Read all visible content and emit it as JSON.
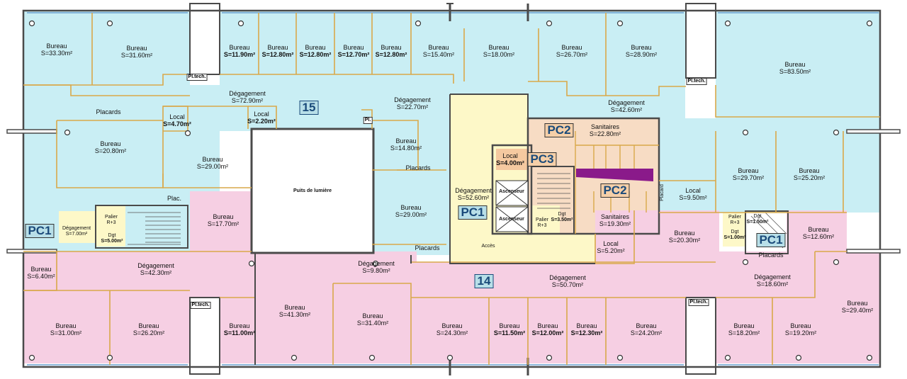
{
  "colors": {
    "office_blue": "#c9eef4",
    "office_pink": "#f6cfe3",
    "core_yellow": "#fdf8c8",
    "sanitary": "#f7dcc4",
    "wall": "#4a4a4a",
    "partition": "#d9a84a",
    "accent_purple": "#8a1a8a"
  },
  "zone_numbers": {
    "top": "15",
    "bottom": "14"
  },
  "zones": {
    "pc1_left": "PC1",
    "pc1_center": "PC1",
    "pc1_right": "PC1",
    "pc2_top": "PC2",
    "pc2_mid": "PC2",
    "pc3": "PC3"
  },
  "shaft": {
    "label": "Puits de lumière"
  },
  "tags": {
    "pl_tech_1": "Pl.tech.",
    "pl_tech_2": "Pl.tech.",
    "pl_tech_3": "Pl.tech.",
    "pl_tech_4": "Pl.tech.",
    "pl_1": "Pl.",
    "placard_v": "Placard",
    "acces": "Accès",
    "ascenseur_1": "Ascenseur",
    "ascenseur_2": "Ascenseur"
  },
  "rooms": [
    {
      "id": "r1",
      "name": "Bureau",
      "area": "S=33.30m²"
    },
    {
      "id": "r2",
      "name": "Bureau",
      "area": "S=31.60m²"
    },
    {
      "id": "r3",
      "name": "Bureau",
      "area": "S=11.90m²"
    },
    {
      "id": "r4",
      "name": "Bureau",
      "area": "S=12.80m²"
    },
    {
      "id": "r5",
      "name": "Bureau",
      "area": "S=12.80m²"
    },
    {
      "id": "r6",
      "name": "Bureau",
      "area": "S=12.70m²"
    },
    {
      "id": "r7",
      "name": "Bureau",
      "area": "S=12.80m²"
    },
    {
      "id": "r8",
      "name": "Bureau",
      "area": "S=15.40m²"
    },
    {
      "id": "r9",
      "name": "Bureau",
      "area": "S=18.00m²"
    },
    {
      "id": "r10",
      "name": "Bureau",
      "area": "S=26.70m²"
    },
    {
      "id": "r11",
      "name": "Bureau",
      "area": "S=28.90m²"
    },
    {
      "id": "r12",
      "name": "Bureau",
      "area": "S=83.50m²"
    },
    {
      "id": "r13",
      "name": "Dégagement",
      "area": "S=72.90m²"
    },
    {
      "id": "r14",
      "name": "Placards",
      "area": ""
    },
    {
      "id": "r15",
      "name": "Local",
      "area": "S=4.70m²"
    },
    {
      "id": "r16",
      "name": "Local",
      "area": "S=2.20m²"
    },
    {
      "id": "r17",
      "name": "Dégagement",
      "area": "S=22.70m²"
    },
    {
      "id": "r18",
      "name": "Dégagement",
      "area": "S=42.60m²"
    },
    {
      "id": "r19",
      "name": "Bureau",
      "area": "S=20.80m²"
    },
    {
      "id": "r20",
      "name": "Bureau",
      "area": "S=29.00m²"
    },
    {
      "id": "r21",
      "name": "Bureau",
      "area": "S=14.80m²"
    },
    {
      "id": "r22",
      "name": "Placards",
      "area": ""
    },
    {
      "id": "r23",
      "name": "Sanitaires",
      "area": "S=22.80m²"
    },
    {
      "id": "r24",
      "name": "Local",
      "area": "S=4.00m²"
    },
    {
      "id": "r25",
      "name": "Dégagement",
      "area": "S=52.60m²"
    },
    {
      "id": "r26",
      "name": "Bureau",
      "area": "S=29.00m²"
    },
    {
      "id": "r27",
      "name": "Local",
      "area": "S=9.50m²"
    },
    {
      "id": "r28",
      "name": "Bureau",
      "area": "S=29.70m²"
    },
    {
      "id": "r29",
      "name": "Bureau",
      "area": "S=25.20m²"
    },
    {
      "id": "r30",
      "name": "Plac.",
      "area": ""
    },
    {
      "id": "r31",
      "name": "Palier",
      "area": "R+3"
    },
    {
      "id": "r32",
      "name": "Dgt",
      "area": "S=5.00m²"
    },
    {
      "id": "r33",
      "name": "Dégagement",
      "area": "S=7.00m²"
    },
    {
      "id": "r34",
      "name": "Bureau",
      "area": "S=17.70m²"
    },
    {
      "id": "r35",
      "name": "Palier",
      "area": "R+3"
    },
    {
      "id": "r36",
      "name": "Dgt",
      "area": "S=3.50m²"
    },
    {
      "id": "r37",
      "name": "Sanitaires",
      "area": "S=19.30m²"
    },
    {
      "id": "r38",
      "name": "Bureau",
      "area": "S=20.30m²"
    },
    {
      "id": "r39",
      "name": "Palier",
      "area": "R+3"
    },
    {
      "id": "r40",
      "name": "Dgt",
      "area": "S=1.50m²"
    },
    {
      "id": "r41",
      "name": "Dgt",
      "area": "S=1.00m²"
    },
    {
      "id": "r42",
      "name": "Bureau",
      "area": "S=12.60m²"
    },
    {
      "id": "r43",
      "name": "Placards",
      "area": ""
    },
    {
      "id": "r44",
      "name": "Placards",
      "area": ""
    },
    {
      "id": "r45",
      "name": "Local",
      "area": "S=5.20m²"
    },
    {
      "id": "r46",
      "name": "Bureau",
      "area": "S=6.40m²"
    },
    {
      "id": "r47",
      "name": "Dégagement",
      "area": "S=42.30m²"
    },
    {
      "id": "r48",
      "name": "Dégagement",
      "area": "S=9.80m²"
    },
    {
      "id": "r49",
      "name": "Dégagement",
      "area": "S=50.70m²"
    },
    {
      "id": "r50",
      "name": "Dégagement",
      "area": "S=18.60m²"
    },
    {
      "id": "r51",
      "name": "Bureau",
      "area": "S=31.00m²"
    },
    {
      "id": "r52",
      "name": "Bureau",
      "area": "S=26.20m²"
    },
    {
      "id": "r53",
      "name": "Bureau",
      "area": "S=11.00m²"
    },
    {
      "id": "r54",
      "name": "Bureau",
      "area": "S=41.30m²"
    },
    {
      "id": "r55",
      "name": "Bureau",
      "area": "S=31.40m²"
    },
    {
      "id": "r56",
      "name": "Bureau",
      "area": "S=24.30m²"
    },
    {
      "id": "r57",
      "name": "Bureau",
      "area": "S=11.50m²"
    },
    {
      "id": "r58",
      "name": "Bureau",
      "area": "S=12.00m²"
    },
    {
      "id": "r59",
      "name": "Bureau",
      "area": "S=12.30m²"
    },
    {
      "id": "r60",
      "name": "Bureau",
      "area": "S=24.20m²"
    },
    {
      "id": "r61",
      "name": "Bureau",
      "area": "S=18.20m²"
    },
    {
      "id": "r62",
      "name": "Bureau",
      "area": "S=19.20m²"
    },
    {
      "id": "r63",
      "name": "Bureau",
      "area": "S=29.40m²"
    }
  ]
}
